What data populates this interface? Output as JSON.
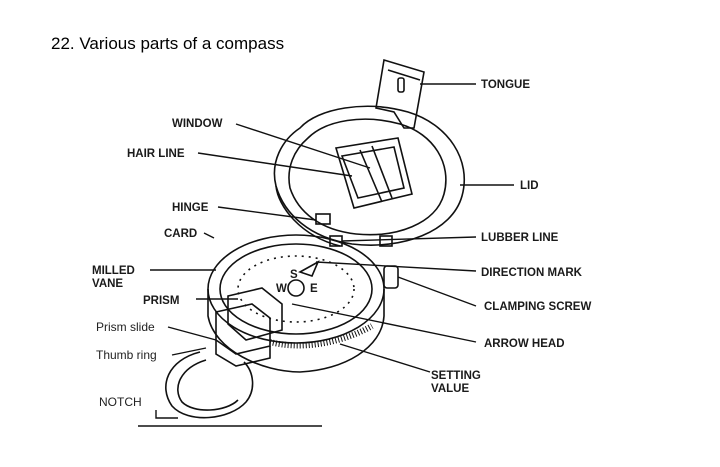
{
  "heading": "22. Various parts of a compass",
  "labels": {
    "tongue": "TONGUE",
    "window": "WINDOW",
    "hair_line": "HAIR LINE",
    "lid": "LID",
    "hinge": "HINGE",
    "card": "CARD",
    "lubber_line": "LUBBER LINE",
    "milled_vane_1": "MILLED",
    "milled_vane_2": "VANE",
    "direction_mark": "DIRECTION MARK",
    "prism": "PRISM",
    "clamping_screw": "CLAMPING SCREW",
    "prism_slide": "Prism slide",
    "arrow_head": "ARROW HEAD",
    "thumb_ring": "Thumb ring",
    "setting_value_1": "SETTING",
    "setting_value_2": "VALUE",
    "notch": "NOTCH"
  },
  "card_letters": {
    "south": "S",
    "west": "W",
    "east": "E"
  }
}
